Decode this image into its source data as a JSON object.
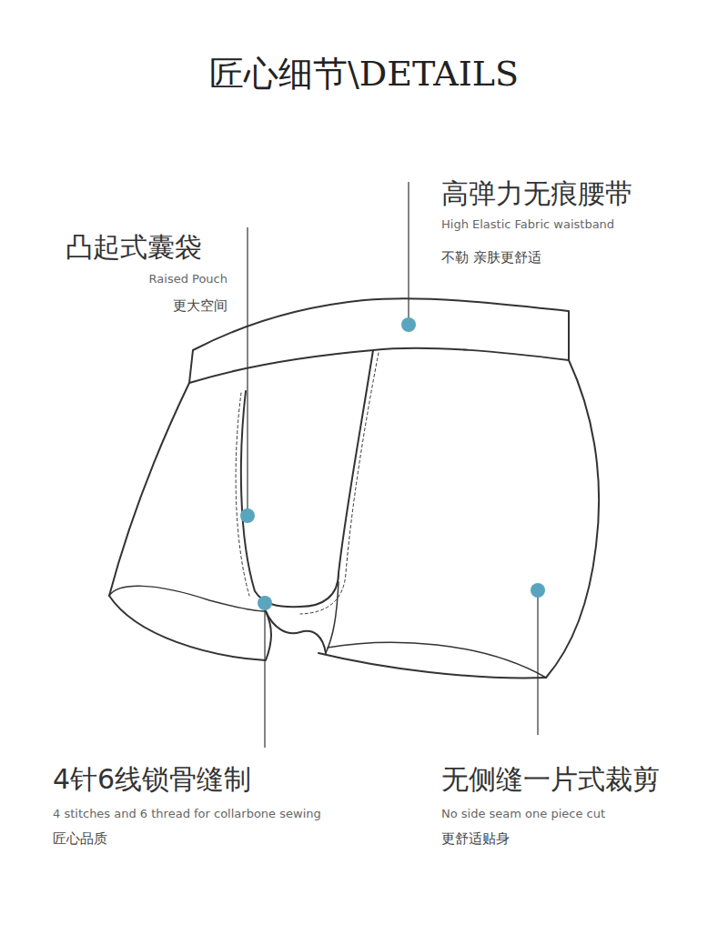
{
  "diagram": {
    "title": "匠心细节\\DETAILS",
    "labels": [
      "凸起式囊袋",
      "Raised Pouch",
      "更大空间",
      "高弹力无痕腰带",
      "High Elastic Fabric waistband",
      "不勒 亲肤更舒适",
      "4针6线锁骨缝制",
      "4 stitches and 6 thread for collarbone sewing",
      "匠心品质",
      "无侧缝一片式裁剪",
      "No side seam one piece cut",
      "更舒适贴身"
    ]
  }
}
